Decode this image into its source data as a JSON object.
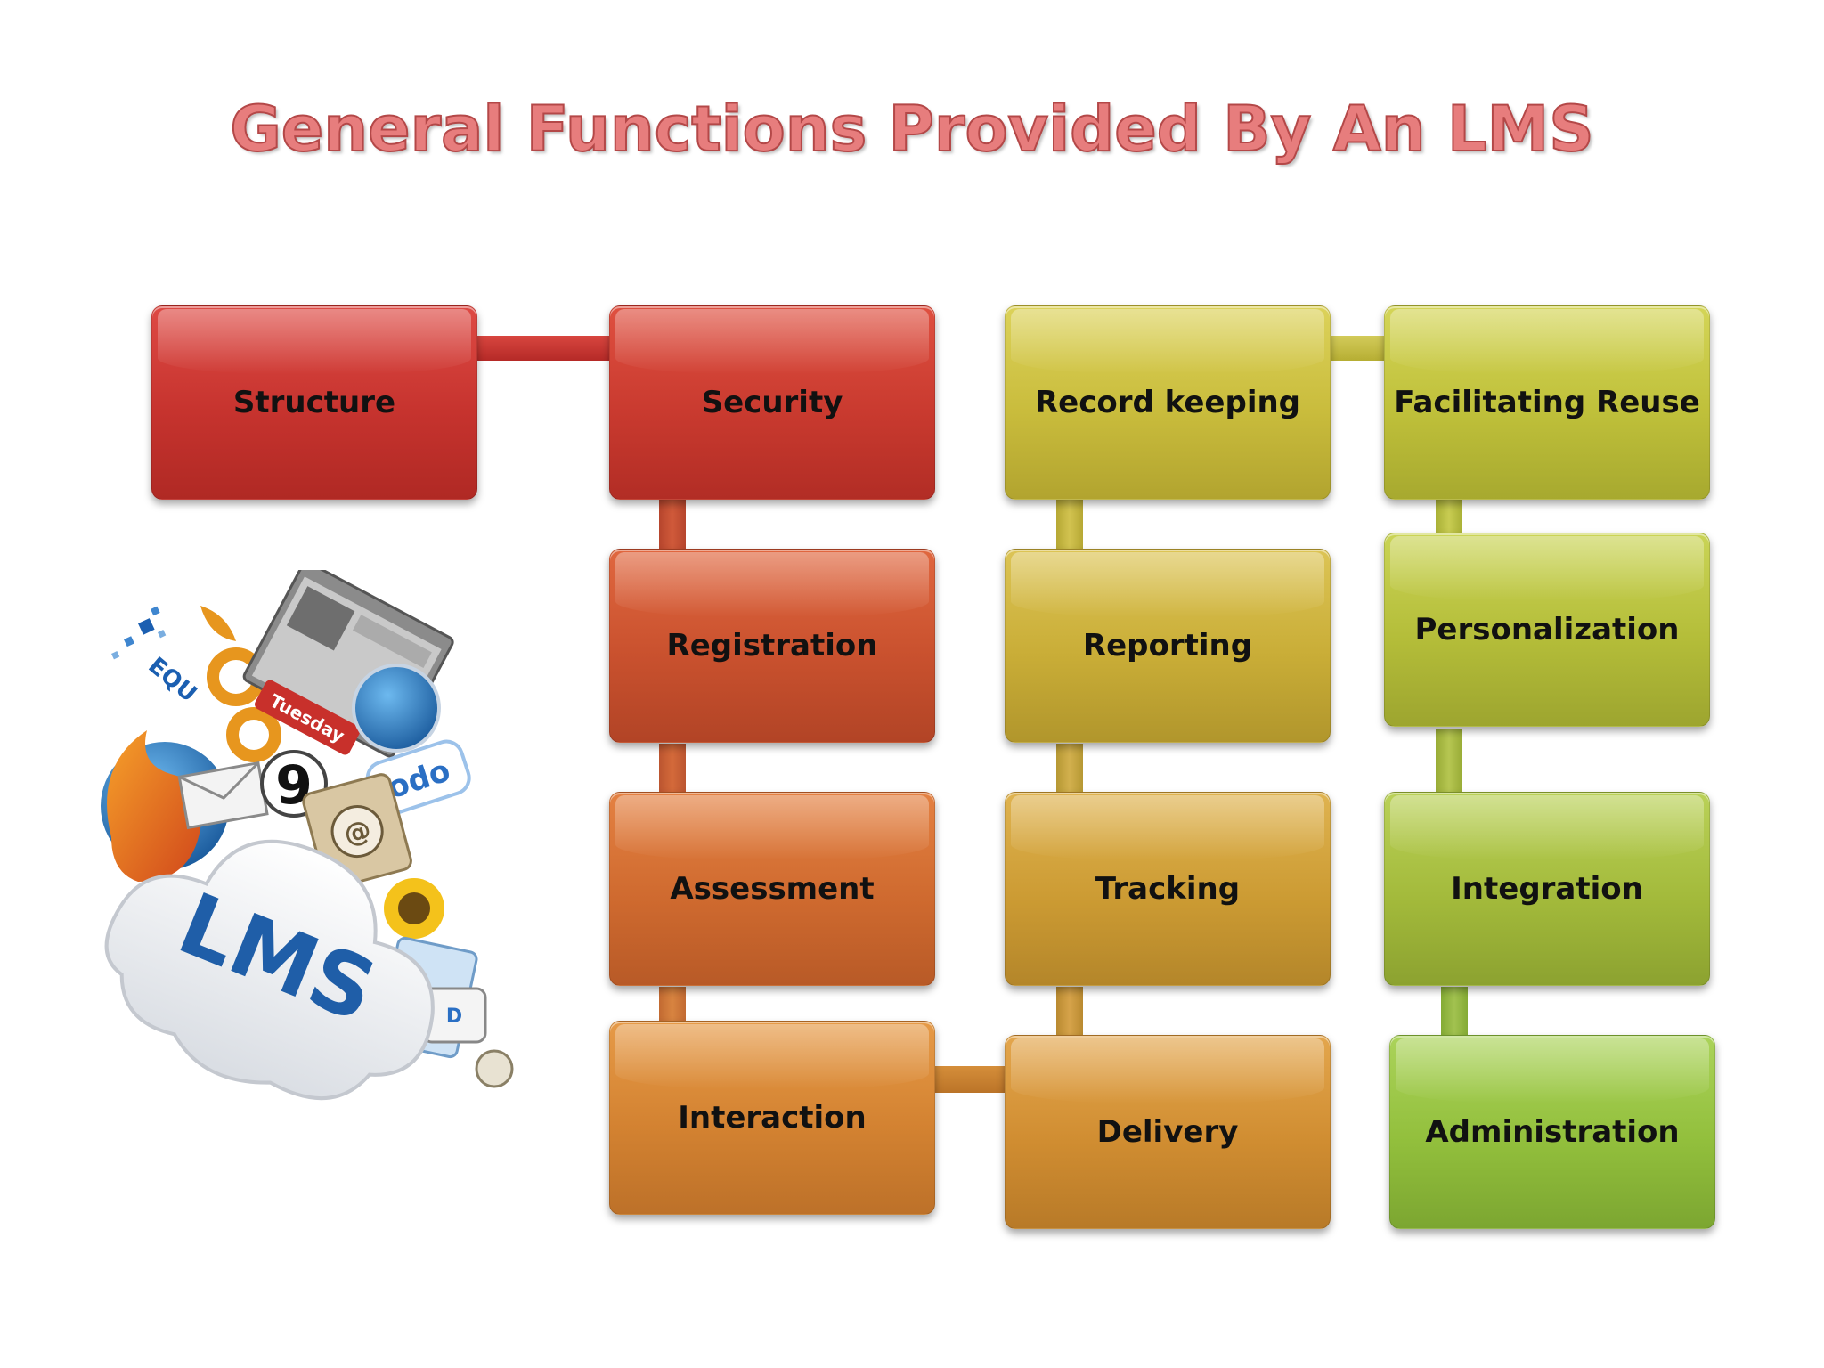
{
  "title": "General Functions Provided By An LMS",
  "nodes": [
    {
      "id": "structure",
      "label": "Structure",
      "color": "#c6332e"
    },
    {
      "id": "security",
      "label": "Security",
      "color": "#c93a2f"
    },
    {
      "id": "registration",
      "label": "Registration",
      "color": "#c9512e"
    },
    {
      "id": "assessment",
      "label": "Assessment",
      "color": "#cf6a2f"
    },
    {
      "id": "interaction",
      "label": "Interaction",
      "color": "#d38231"
    },
    {
      "id": "record-keeping",
      "label": "Record keeping",
      "color": "#c9bc3c"
    },
    {
      "id": "reporting",
      "label": "Reporting",
      "color": "#c9ad37"
    },
    {
      "id": "tracking",
      "label": "Tracking",
      "color": "#cc9b33"
    },
    {
      "id": "delivery",
      "label": "Delivery",
      "color": "#d08d31"
    },
    {
      "id": "facilitating-reuse",
      "label": "Facilitating Reuse",
      "color": "#bfc03a"
    },
    {
      "id": "personalization",
      "label": "Personalization",
      "color": "#b4bd39"
    },
    {
      "id": "integration",
      "label": "Integration",
      "color": "#a3ba3b"
    },
    {
      "id": "administration",
      "label": "Administration",
      "color": "#92bf3c"
    }
  ],
  "illustration": {
    "cloud_text": "LMS",
    "badge_text": "Tuesday",
    "tag_text": "odo",
    "logo_text": "EQU",
    "number_text": "9"
  }
}
